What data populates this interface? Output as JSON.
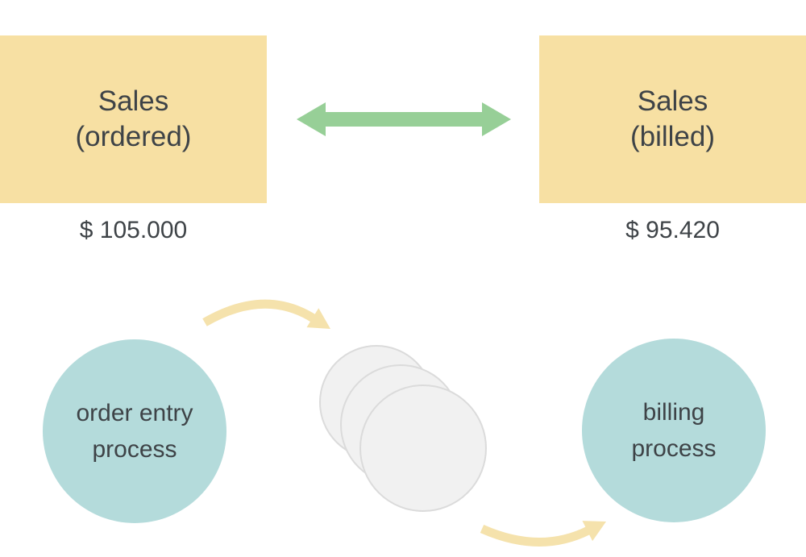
{
  "background": "#ffffff",
  "colors": {
    "box_fill": "#F7E0A3",
    "green_arrow": "#97CF97",
    "process_fill": "#B4DBDB",
    "stack_fill": "#F1F1F1",
    "stack_border": "#DBDBDB",
    "flow_arrow": "#F5E2AC",
    "text_dark": "#3E4347"
  },
  "kpi_boxes": {
    "ordered": {
      "title": "Sales",
      "subtitle": "(ordered)",
      "amount": "$ 105.000"
    },
    "billed": {
      "title": "Sales",
      "subtitle": "(billed)",
      "amount": "$ 95.420"
    }
  },
  "process_circles": {
    "order_entry": {
      "line1": "order entry",
      "line2": "process"
    },
    "billing": {
      "line1": "billing",
      "line2": "process"
    }
  }
}
